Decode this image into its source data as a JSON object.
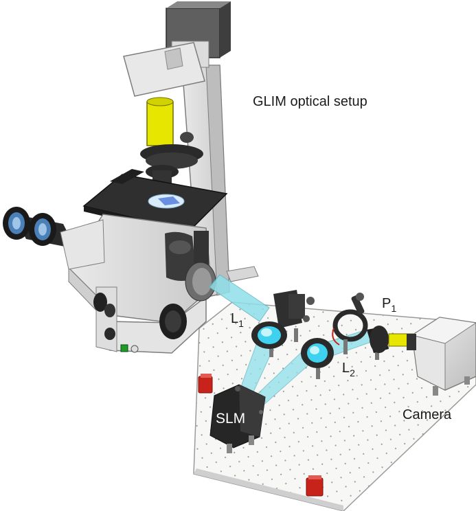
{
  "title": "GLIM optical setup",
  "labels": {
    "l1": "L",
    "l1_sub": "1",
    "l2": "L",
    "l2_sub": "2",
    "p1": "P",
    "p1_sub": "1",
    "slm": "SLM",
    "camera": "Camera"
  },
  "colors": {
    "yellow": "#e7e600",
    "beam": "#8fe0ea",
    "lens_glow": "#3fd2f0",
    "table": "#f7f7f5",
    "dark": "#2a2a2a",
    "red_block": "#c8231a"
  }
}
